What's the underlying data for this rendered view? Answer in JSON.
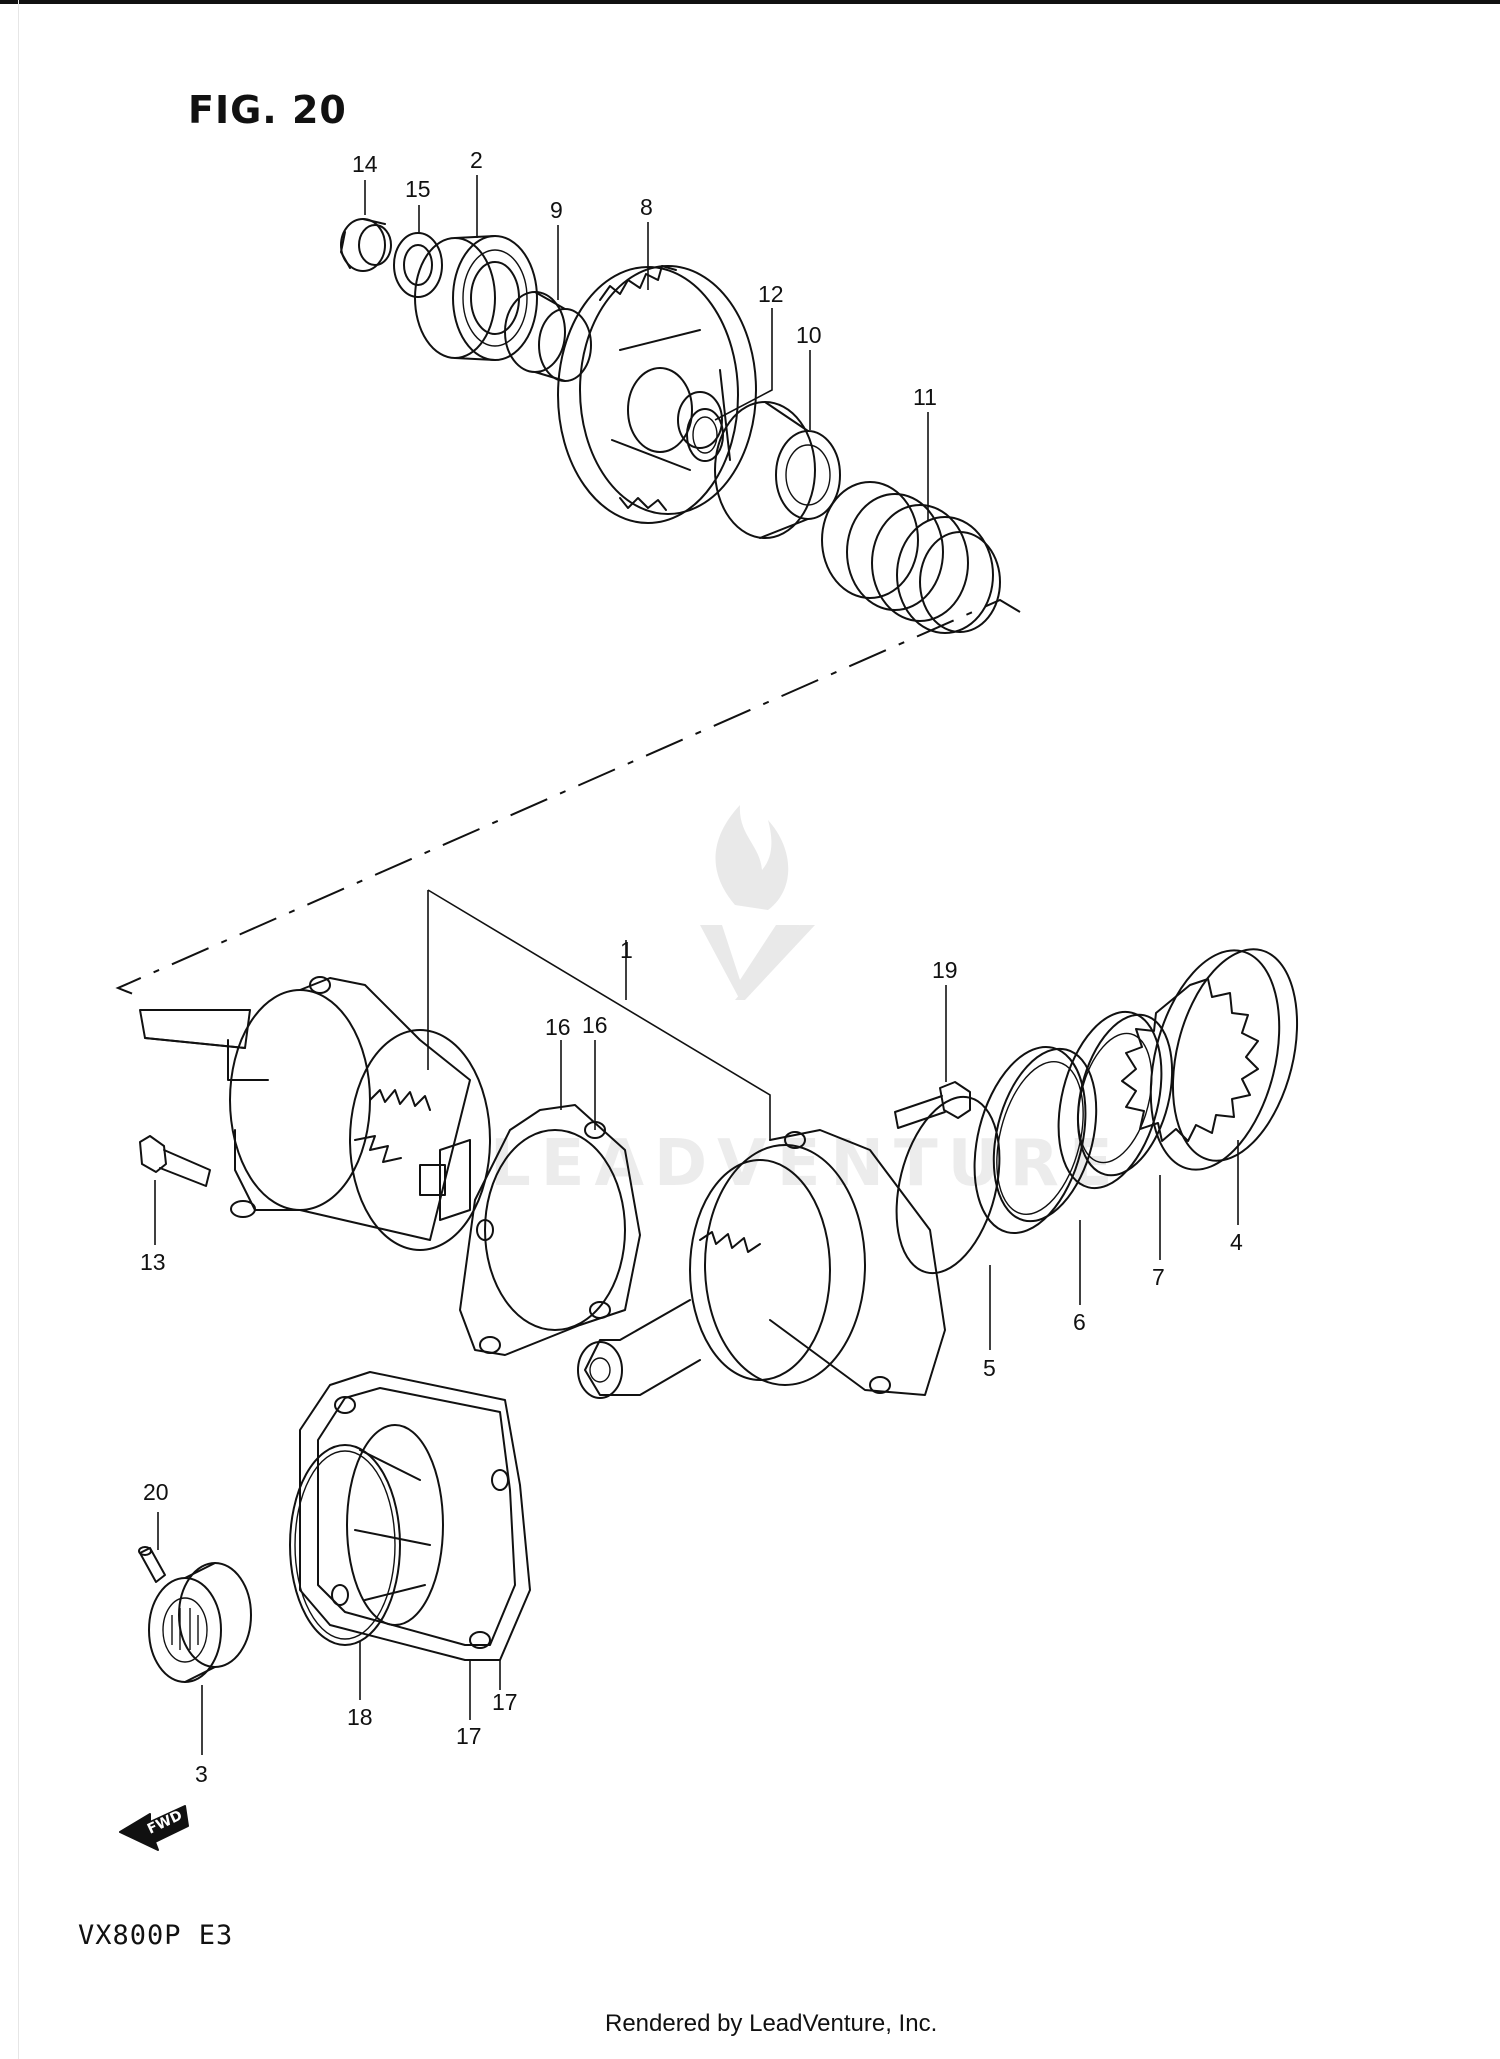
{
  "figure": {
    "title": "FIG. 20",
    "model": "VX800P  E3"
  },
  "footer": {
    "text": "Rendered by LeadVenture, Inc."
  },
  "watermark": {
    "text": "LEADVENTURE"
  },
  "icons": {
    "watermark": "flame-v-logo-icon",
    "direction": "fwd-arrow-icon"
  },
  "direction_arrow": {
    "label": "FWD"
  },
  "callouts": [
    {
      "id": "c14",
      "label": "14"
    },
    {
      "id": "c15",
      "label": "15"
    },
    {
      "id": "c2",
      "label": "2"
    },
    {
      "id": "c9",
      "label": "9"
    },
    {
      "id": "c8",
      "label": "8"
    },
    {
      "id": "c12",
      "label": "12"
    },
    {
      "id": "c10",
      "label": "10"
    },
    {
      "id": "c11",
      "label": "11"
    },
    {
      "id": "c1",
      "label": "1"
    },
    {
      "id": "c19",
      "label": "19"
    },
    {
      "id": "c16a",
      "label": "16"
    },
    {
      "id": "c16b",
      "label": "16"
    },
    {
      "id": "c13",
      "label": "13"
    },
    {
      "id": "c4",
      "label": "4"
    },
    {
      "id": "c7",
      "label": "7"
    },
    {
      "id": "c6",
      "label": "6"
    },
    {
      "id": "c5",
      "label": "5"
    },
    {
      "id": "c20",
      "label": "20"
    },
    {
      "id": "c3",
      "label": "3"
    },
    {
      "id": "c18",
      "label": "18"
    },
    {
      "id": "c17a",
      "label": "17"
    },
    {
      "id": "c17b",
      "label": "17"
    }
  ]
}
